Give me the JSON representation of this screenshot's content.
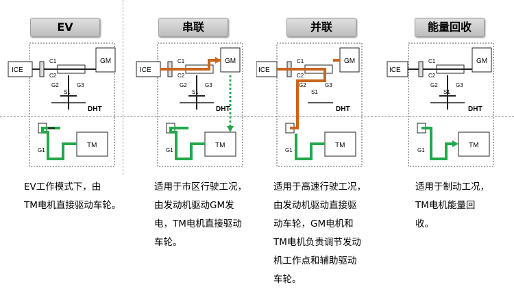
{
  "panels": [
    {
      "mode": "EV",
      "description": "EV工作模式下，由\nTM电机直接驱动车轮。",
      "labels": {
        "ice": "ICE",
        "gm": "GM",
        "tm": "TM",
        "dht": "DHT",
        "c1": "C1",
        "c2": "C2",
        "g2": "G2",
        "g3": "G3",
        "s1": "S1",
        "g1": "G1"
      }
    },
    {
      "mode": "串联",
      "description": "适用于市区行驶工况，\n由发动机驱动GM发\n电，TM电机直接驱动\n车轮。",
      "labels": {
        "ice": "ICE",
        "gm": "GM",
        "tm": "TM",
        "dht": "DHT",
        "c1": "C1",
        "c2": "C2",
        "g2": "G2",
        "g3": "G3",
        "s1": "S1",
        "g1": "G1"
      }
    },
    {
      "mode": "并联",
      "description": "适用于高速行驶工况，\n由发动机驱动直接驱\n动车轮，GM电机和\nTM电机负责调节发动\n机工作点和辅助驱动\n车轮。",
      "labels": {
        "ice": "ICE",
        "gm": "GM",
        "tm": "TM",
        "dht": "DHT",
        "c1": "C1",
        "c2": "C2",
        "g2": "G2",
        "g3": "G3",
        "s1": "S1",
        "g1": "G1"
      }
    },
    {
      "mode": "能量回收",
      "description": "适用于制动工况，\nTM电机能量回\n收。",
      "labels": {
        "ice": "ICE",
        "gm": "GM",
        "tm": "TM",
        "dht": "DHT",
        "c1": "C1",
        "c2": "C2",
        "g2": "G2",
        "g3": "G3",
        "s1": "S1",
        "g1": "G1"
      }
    }
  ],
  "colors": {
    "engine_flow": "#c8651e",
    "electric_flow": "#22a84a",
    "line": "#222222"
  }
}
